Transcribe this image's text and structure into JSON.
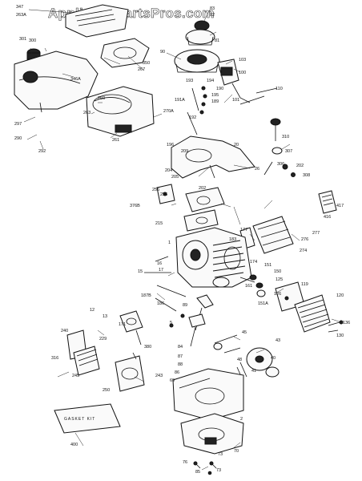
{
  "watermark": "AppliancePartsPros.com",
  "gasket_kit_label": "GASKET KIT",
  "labels": [
    {
      "id": "347",
      "text": "347"
    },
    {
      "id": "263A",
      "text": "263A"
    },
    {
      "id": "301",
      "text": "301"
    },
    {
      "id": "300",
      "text": "300"
    },
    {
      "id": "350",
      "text": "350"
    },
    {
      "id": "267",
      "text": "267"
    },
    {
      "id": "346A",
      "text": "346A"
    },
    {
      "id": "83",
      "text": "83"
    },
    {
      "id": "82",
      "text": "82"
    },
    {
      "id": "81",
      "text": "81"
    },
    {
      "id": "90",
      "text": "90"
    },
    {
      "id": "103",
      "text": "103"
    },
    {
      "id": "101",
      "text": "101"
    },
    {
      "id": "100",
      "text": "100"
    },
    {
      "id": "110",
      "text": "110"
    },
    {
      "id": "260",
      "text": "260"
    },
    {
      "id": "263",
      "text": "263"
    },
    {
      "id": "270A",
      "text": "270A"
    },
    {
      "id": "261",
      "text": "261"
    },
    {
      "id": "297",
      "text": "297"
    },
    {
      "id": "290",
      "text": "290"
    },
    {
      "id": "292",
      "text": "292"
    },
    {
      "id": "193",
      "text": "193"
    },
    {
      "id": "194",
      "text": "194"
    },
    {
      "id": "190",
      "text": "190"
    },
    {
      "id": "191A",
      "text": "191A"
    },
    {
      "id": "195",
      "text": "195"
    },
    {
      "id": "189",
      "text": "189"
    },
    {
      "id": "192",
      "text": "192"
    },
    {
      "id": "196",
      "text": "196"
    },
    {
      "id": "209",
      "text": "209"
    },
    {
      "id": "20",
      "text": "20"
    },
    {
      "id": "26",
      "text": "26"
    },
    {
      "id": "310",
      "text": "310"
    },
    {
      "id": "307",
      "text": "307"
    },
    {
      "id": "306",
      "text": "306"
    },
    {
      "id": "202",
      "text": "202"
    },
    {
      "id": "308",
      "text": "308"
    },
    {
      "id": "204",
      "text": "204"
    },
    {
      "id": "205",
      "text": "205"
    },
    {
      "id": "202b",
      "text": "202"
    },
    {
      "id": "255",
      "text": "255"
    },
    {
      "id": "256",
      "text": "256"
    },
    {
      "id": "376B",
      "text": "376B"
    },
    {
      "id": "215",
      "text": "215"
    },
    {
      "id": "417",
      "text": "417"
    },
    {
      "id": "416",
      "text": "416"
    },
    {
      "id": "177",
      "text": "177"
    },
    {
      "id": "277",
      "text": "277"
    },
    {
      "id": "276",
      "text": "276"
    },
    {
      "id": "274",
      "text": "274"
    },
    {
      "id": "183",
      "text": "183"
    },
    {
      "id": "174",
      "text": "174"
    },
    {
      "id": "1",
      "text": "1"
    },
    {
      "id": "16",
      "text": "16"
    },
    {
      "id": "17",
      "text": "17"
    },
    {
      "id": "15",
      "text": "15"
    },
    {
      "id": "151",
      "text": "151"
    },
    {
      "id": "150",
      "text": "150"
    },
    {
      "id": "125",
      "text": "125"
    },
    {
      "id": "161",
      "text": "161"
    },
    {
      "id": "126",
      "text": "126"
    },
    {
      "id": "151A",
      "text": "151A"
    },
    {
      "id": "119",
      "text": "119"
    },
    {
      "id": "120",
      "text": "120"
    },
    {
      "id": "187B",
      "text": "187B"
    },
    {
      "id": "186",
      "text": "186"
    },
    {
      "id": "89",
      "text": "89"
    },
    {
      "id": "12",
      "text": "12"
    },
    {
      "id": "13",
      "text": "13"
    },
    {
      "id": "171",
      "text": "171"
    },
    {
      "id": "5",
      "text": "5"
    },
    {
      "id": "136",
      "text": "136"
    },
    {
      "id": "130",
      "text": "130"
    },
    {
      "id": "240",
      "text": "240"
    },
    {
      "id": "229",
      "text": "229"
    },
    {
      "id": "380",
      "text": "380"
    },
    {
      "id": "45",
      "text": "45"
    },
    {
      "id": "43",
      "text": "43"
    },
    {
      "id": "40",
      "text": "40"
    },
    {
      "id": "41",
      "text": "41"
    },
    {
      "id": "48",
      "text": "48"
    },
    {
      "id": "84",
      "text": "84"
    },
    {
      "id": "87",
      "text": "87"
    },
    {
      "id": "88",
      "text": "88"
    },
    {
      "id": "86",
      "text": "86"
    },
    {
      "id": "69",
      "text": "69"
    },
    {
      "id": "316",
      "text": "316"
    },
    {
      "id": "245",
      "text": "245"
    },
    {
      "id": "250",
      "text": "250"
    },
    {
      "id": "243",
      "text": "243"
    },
    {
      "id": "2",
      "text": "2"
    },
    {
      "id": "400",
      "text": "400"
    },
    {
      "id": "70",
      "text": "70"
    },
    {
      "id": "73",
      "text": "73"
    },
    {
      "id": "76",
      "text": "76"
    },
    {
      "id": "73b",
      "text": "73"
    },
    {
      "id": "85",
      "text": "85"
    }
  ]
}
